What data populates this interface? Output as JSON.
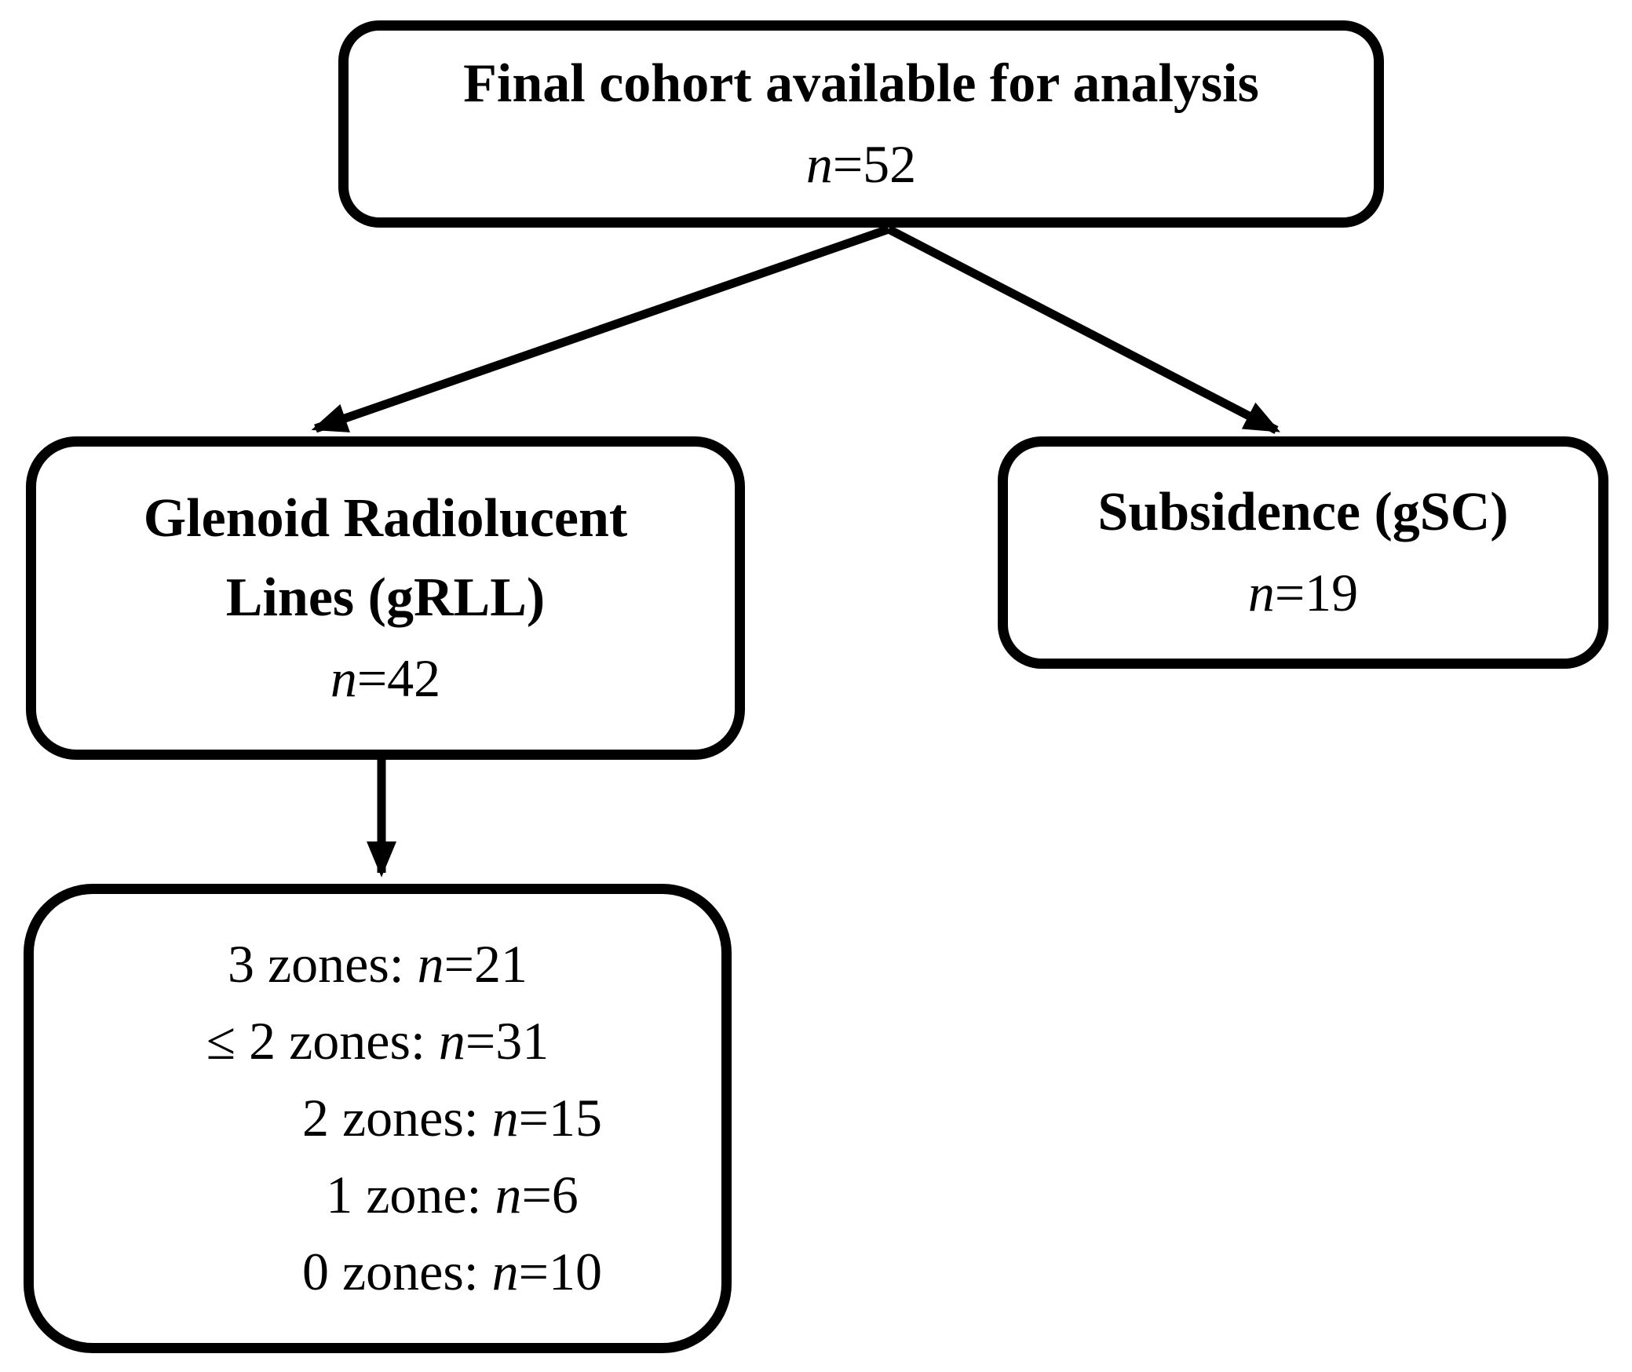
{
  "figure": {
    "background_color": "#ffffff",
    "line_color": "#000000",
    "type": "flowchart"
  },
  "nodes": {
    "final_cohort": {
      "title": "Final cohort available for analysis",
      "n_symbol": "n",
      "n_value": "=52"
    },
    "grll": {
      "title_line1": "Glenoid Radiolucent",
      "title_line2": "Lines (gRLL)",
      "n_symbol": "n",
      "n_value": "=42"
    },
    "gsc": {
      "title": "Subsidence (gSC)",
      "n_symbol": "n",
      "n_value": "=19"
    },
    "zones": {
      "lines": [
        {
          "prefix": "3 zones: ",
          "n_symbol": "n",
          "n_value": "=21",
          "indented": false
        },
        {
          "prefix": "≤ 2 zones: ",
          "n_symbol": "n",
          "n_value": "=31",
          "indented": false
        },
        {
          "prefix": "2 zones: ",
          "n_symbol": "n",
          "n_value": "=15",
          "indented": true
        },
        {
          "prefix": "1 zone: ",
          "n_symbol": "n",
          "n_value": "=6",
          "indented": true
        },
        {
          "prefix": "0 zones: ",
          "n_symbol": "n",
          "n_value": "=10",
          "indented": true
        }
      ]
    }
  },
  "arrows": [
    {
      "name": "top-to-grll",
      "from": "final_cohort",
      "to": "grll"
    },
    {
      "name": "top-to-gsc",
      "from": "final_cohort",
      "to": "gsc"
    },
    {
      "name": "grll-to-zones",
      "from": "grll",
      "to": "zones"
    }
  ]
}
